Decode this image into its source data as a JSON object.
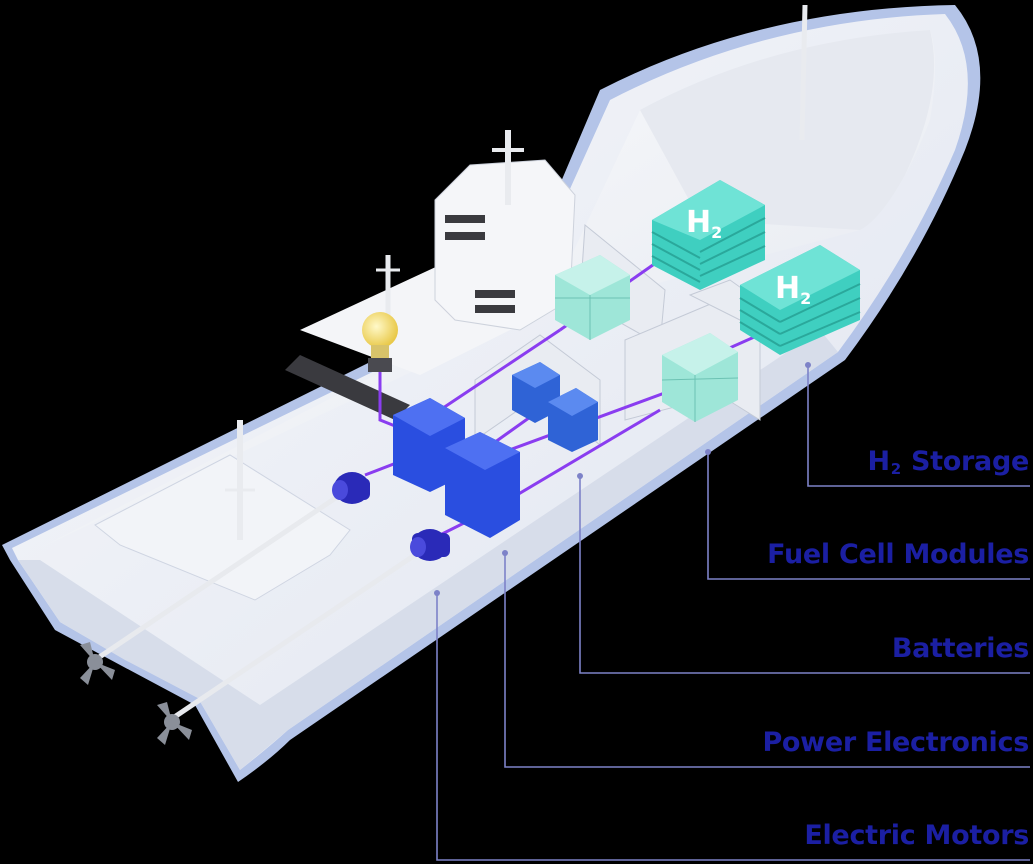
{
  "labels": {
    "h2_storage": {
      "symbol": "H",
      "subscript": "2",
      "text": " Storage"
    },
    "fuel_cell_modules": "Fuel Cell Modules",
    "batteries": "Batteries",
    "power_electronics": "Power Electronics",
    "electric_motors": "Electric Motors"
  },
  "h2_tank_text": {
    "symbol": "H",
    "subscript": "2"
  },
  "colors": {
    "background": "#000000",
    "hull": "#eef1f7",
    "hull_rim": "#b4c4e8",
    "h2_tanks": "#3fcfc0",
    "fuel_cells": "#9ee6d8",
    "batteries": "#2f63d6",
    "power_electronics": "#2a4ee0",
    "motors": "#2a2ab8",
    "wiring": "#8a3df0",
    "leader_lines": "#7d82c8",
    "label_text": "#1b1fa3",
    "bulb": "#f4e27a"
  }
}
